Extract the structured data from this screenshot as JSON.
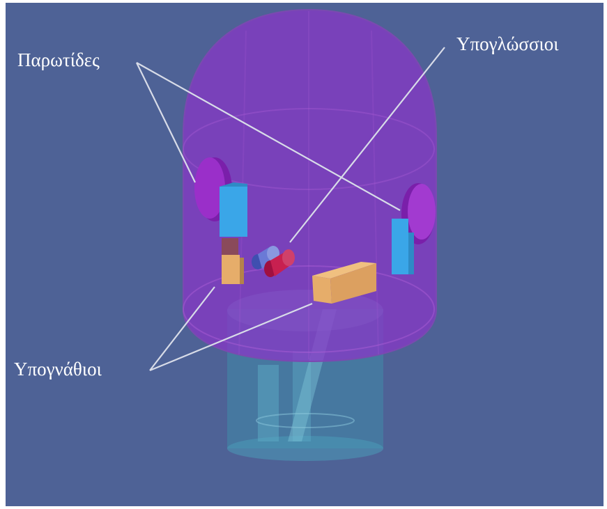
{
  "labels": {
    "parotid": "Παρωτίδες",
    "sublingual": "Υπογλώσσιοι",
    "submandibular": "Υπογνάθιοι"
  },
  "colors": {
    "background": "#4e6296",
    "head": "#8a34c8",
    "neck": "#3f8aaa",
    "parotid": "#9a2fc9",
    "muscle": "#3aa6e8",
    "submandibular": "#e6ad6a",
    "sublingual_left": "#4f63c2",
    "sublingual_right": "#c82050",
    "leader_line": "#d8dce8"
  }
}
